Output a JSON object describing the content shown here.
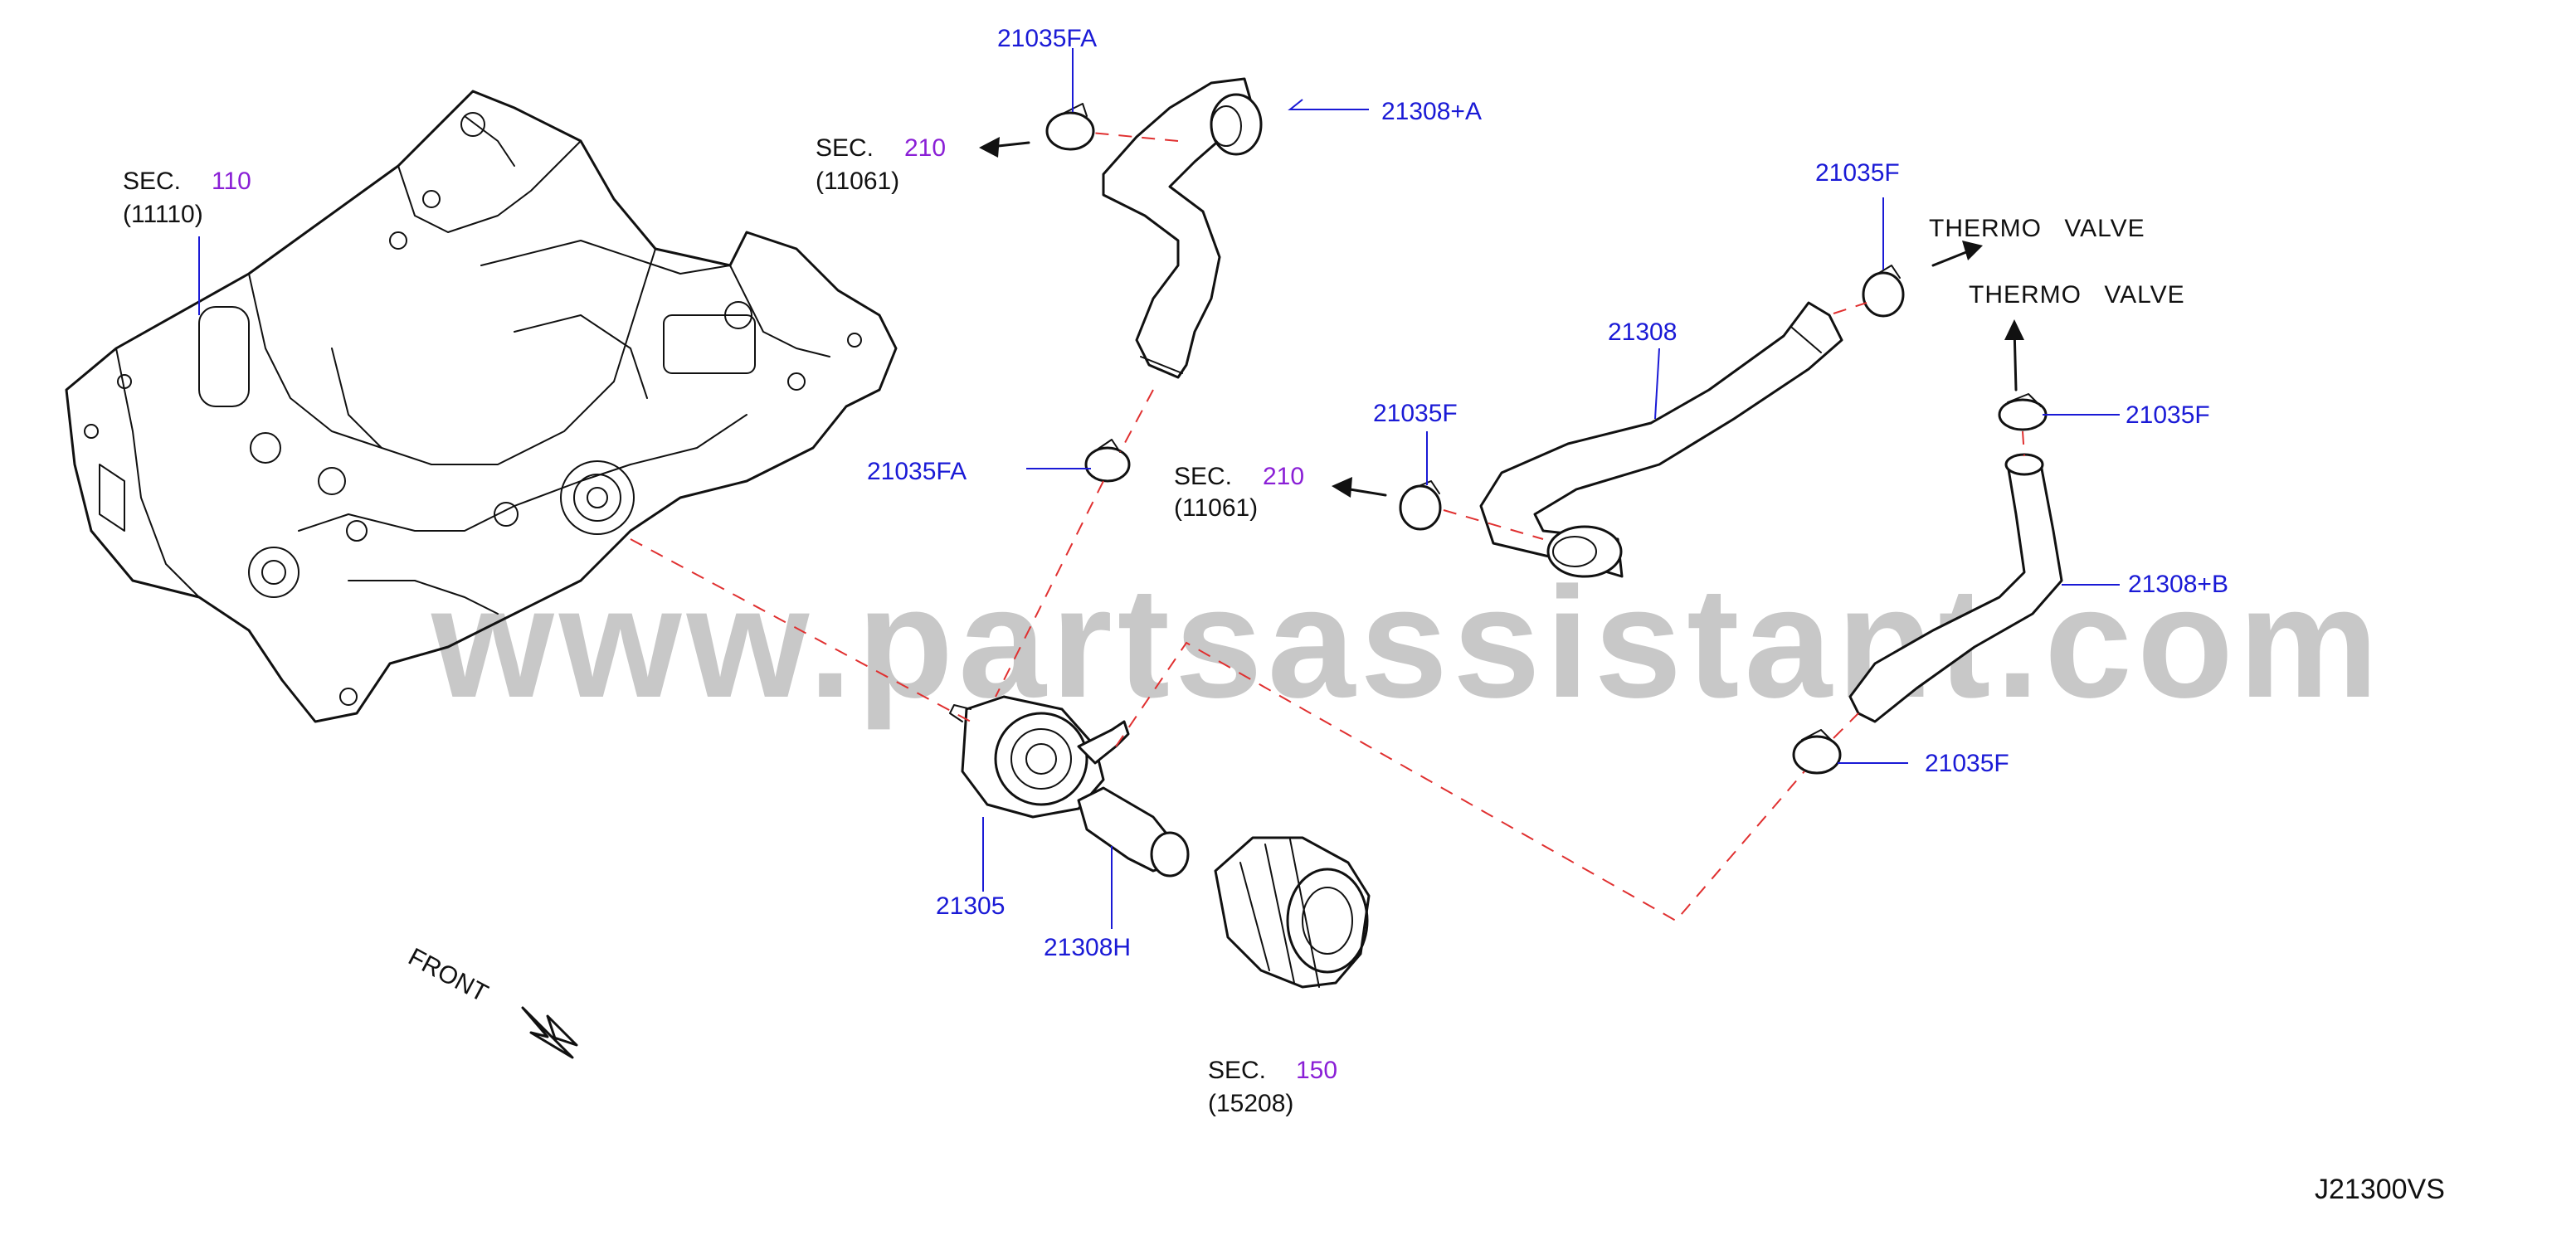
{
  "watermark": "www.partsassistant.com",
  "diagram_code": "J21300VS",
  "front_label": "FRONT",
  "refs": {
    "sec110": {
      "prefix": "SEC.",
      "num": "110",
      "code": "(11110)"
    },
    "sec210a": {
      "prefix": "SEC.",
      "num": "210",
      "code": "(11061)"
    },
    "sec210b": {
      "prefix": "SEC.",
      "num": "210",
      "code": "(11061)"
    },
    "sec150": {
      "prefix": "SEC.",
      "num": "150",
      "code": "(15208)"
    }
  },
  "thermo_valve_1": "THERMO VALVE",
  "thermo_valve_2": "THERMO VALVE",
  "parts": {
    "p21035FA_top": "21035FA",
    "p21035FA_mid": "21035FA",
    "p21308A": "21308+A",
    "p21035F_top": "21035F",
    "p21308": "21308",
    "p21035F_left": "21035F",
    "p21035F_right": "21035F",
    "p21308B": "21308+B",
    "p21035F_bottom": "21035F",
    "p21305": "21305",
    "p21308H": "21308H"
  },
  "colors": {
    "part_label": "#1a1ad6",
    "section_number": "#8a1fd6",
    "leader": "#1a1ad6",
    "dash_line": "#e03030",
    "watermark": "#c8c8c8"
  }
}
